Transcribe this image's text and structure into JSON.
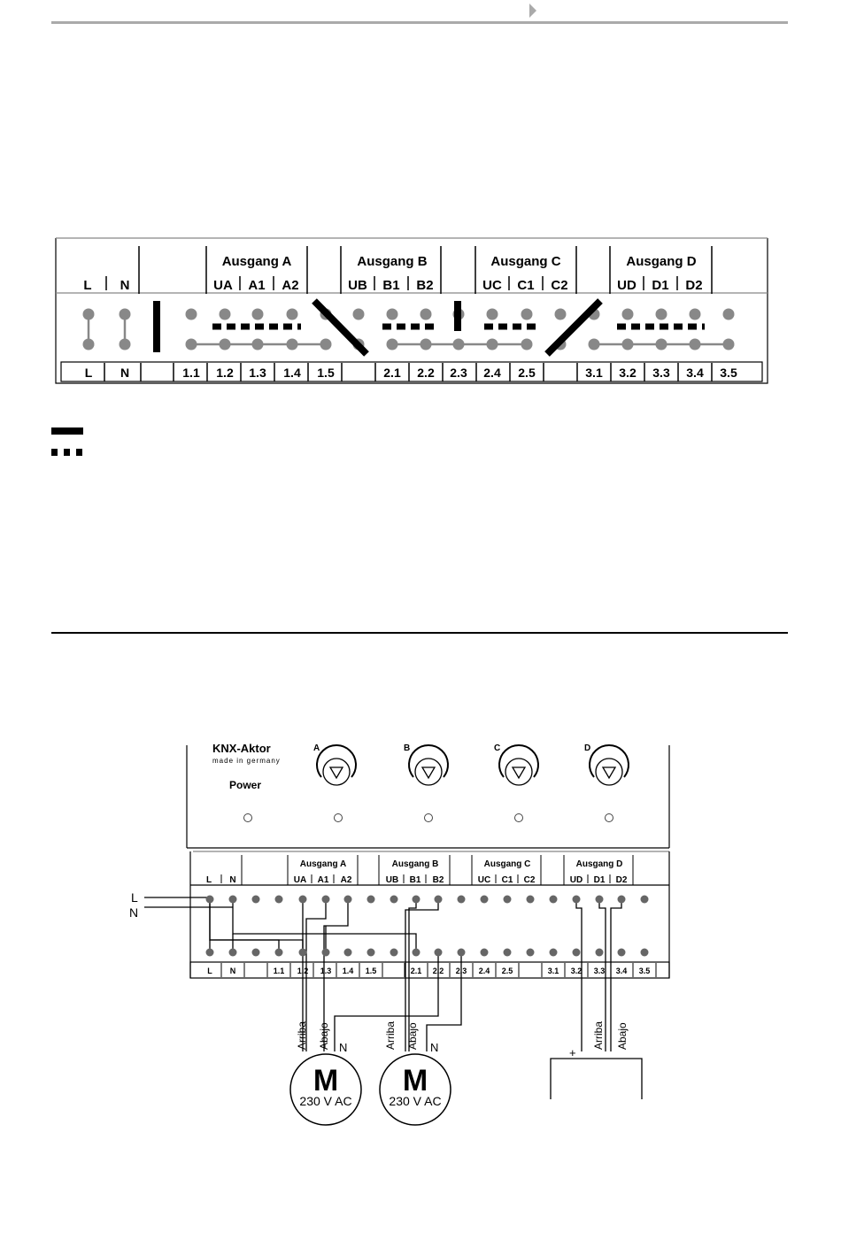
{
  "top_diagram": {
    "header_top": {
      "ausgang_a": "Ausgang A",
      "ausgang_b": "Ausgang B",
      "ausgang_c": "Ausgang C",
      "ausgang_d": "Ausgang D"
    },
    "header_sub": {
      "l": "L",
      "n": "N",
      "ua": "UA",
      "a1": "A1",
      "a2": "A2",
      "ub": "UB",
      "b1": "B1",
      "b2": "B2",
      "uc": "UC",
      "c1": "C1",
      "c2": "C2",
      "ud": "UD",
      "d1": "D1",
      "d2": "D2"
    },
    "terminals": [
      "L",
      "N",
      "",
      "1.1",
      "1.2",
      "1.3",
      "1.4",
      "1.5",
      "",
      "2.1",
      "2.2",
      "2.3",
      "2.4",
      "2.5",
      "",
      "3.1",
      "3.2",
      "3.3",
      "3.4",
      "3.5"
    ]
  },
  "bottom_diagram": {
    "device_title": "KNX-Aktor",
    "device_subtitle": "made in germany",
    "power_label": "Power",
    "knob_labels": [
      "A",
      "B",
      "C",
      "D"
    ],
    "header_top": {
      "ausgang_a": "Ausgang A",
      "ausgang_b": "Ausgang B",
      "ausgang_c": "Ausgang C",
      "ausgang_d": "Ausgang D"
    },
    "header_sub": {
      "l": "L",
      "n": "N",
      "ua": "UA",
      "a1": "A1",
      "a2": "A2",
      "ub": "UB",
      "b1": "B1",
      "b2": "B2",
      "uc": "UC",
      "c1": "C1",
      "c2": "C2",
      "ud": "UD",
      "d1": "D1",
      "d2": "D2"
    },
    "terminals": [
      "L",
      "N",
      "",
      "1.1",
      "1.2",
      "1.3",
      "1.4",
      "1.5",
      "",
      "2.1",
      "2.2",
      "2.3",
      "2.4",
      "2.5",
      "",
      "3.1",
      "3.2",
      "3.3",
      "3.4",
      "3.5"
    ],
    "supply": {
      "l": "L",
      "n": "N"
    },
    "motor1": {
      "up": "Arriba",
      "down": "Abajo",
      "neutral": "N",
      "symbol": "M",
      "voltage": "230 V AC"
    },
    "motor2": {
      "up": "Arriba",
      "down": "Abajo",
      "neutral": "N",
      "symbol": "M",
      "voltage": "230 V AC"
    },
    "dc_load": {
      "plus": "+",
      "up": "Arriba",
      "down": "Abajo"
    }
  }
}
